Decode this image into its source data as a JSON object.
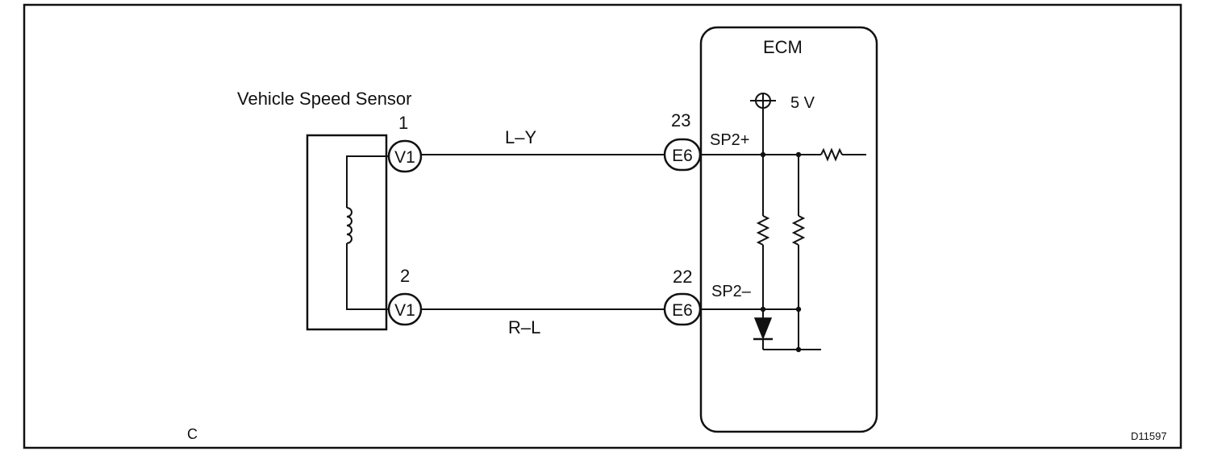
{
  "sensor": {
    "title": "Vehicle Speed Sensor",
    "pins": [
      {
        "number": "1",
        "connector": "V1"
      },
      {
        "number": "2",
        "connector": "V1"
      }
    ]
  },
  "wires": [
    {
      "color": "L–Y"
    },
    {
      "color": "R–L"
    }
  ],
  "ecm": {
    "title": "ECM",
    "supply_label": "5 V",
    "pins": [
      {
        "number": "23",
        "connector": "E6",
        "terminal": "SP2+"
      },
      {
        "number": "22",
        "connector": "E6",
        "terminal": "SP2–"
      }
    ]
  },
  "footer": {
    "left_mark": "C",
    "figure_code": "D11597"
  }
}
